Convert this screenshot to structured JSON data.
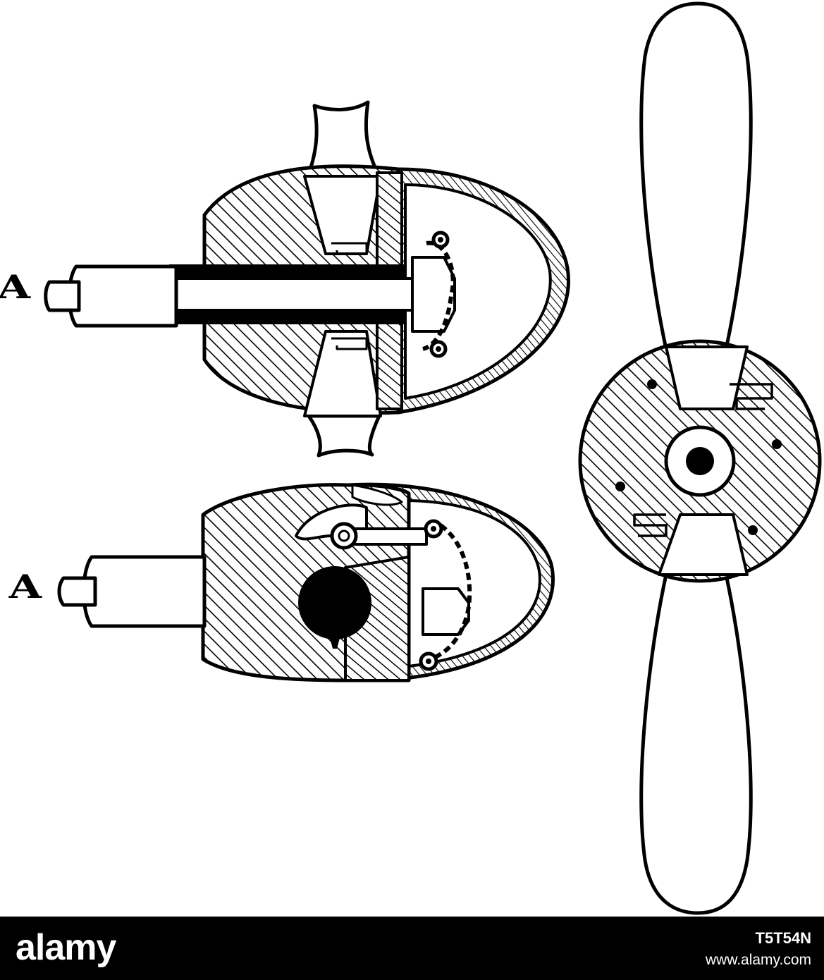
{
  "figure": {
    "label_upper": "A",
    "label_lower": "A",
    "colors": {
      "ink": "#000000",
      "paper": "#ffffff"
    }
  },
  "footer": {
    "logo": "alamy",
    "image_id": "T5T54N",
    "site": "www.alamy.com",
    "background": "#000000"
  }
}
